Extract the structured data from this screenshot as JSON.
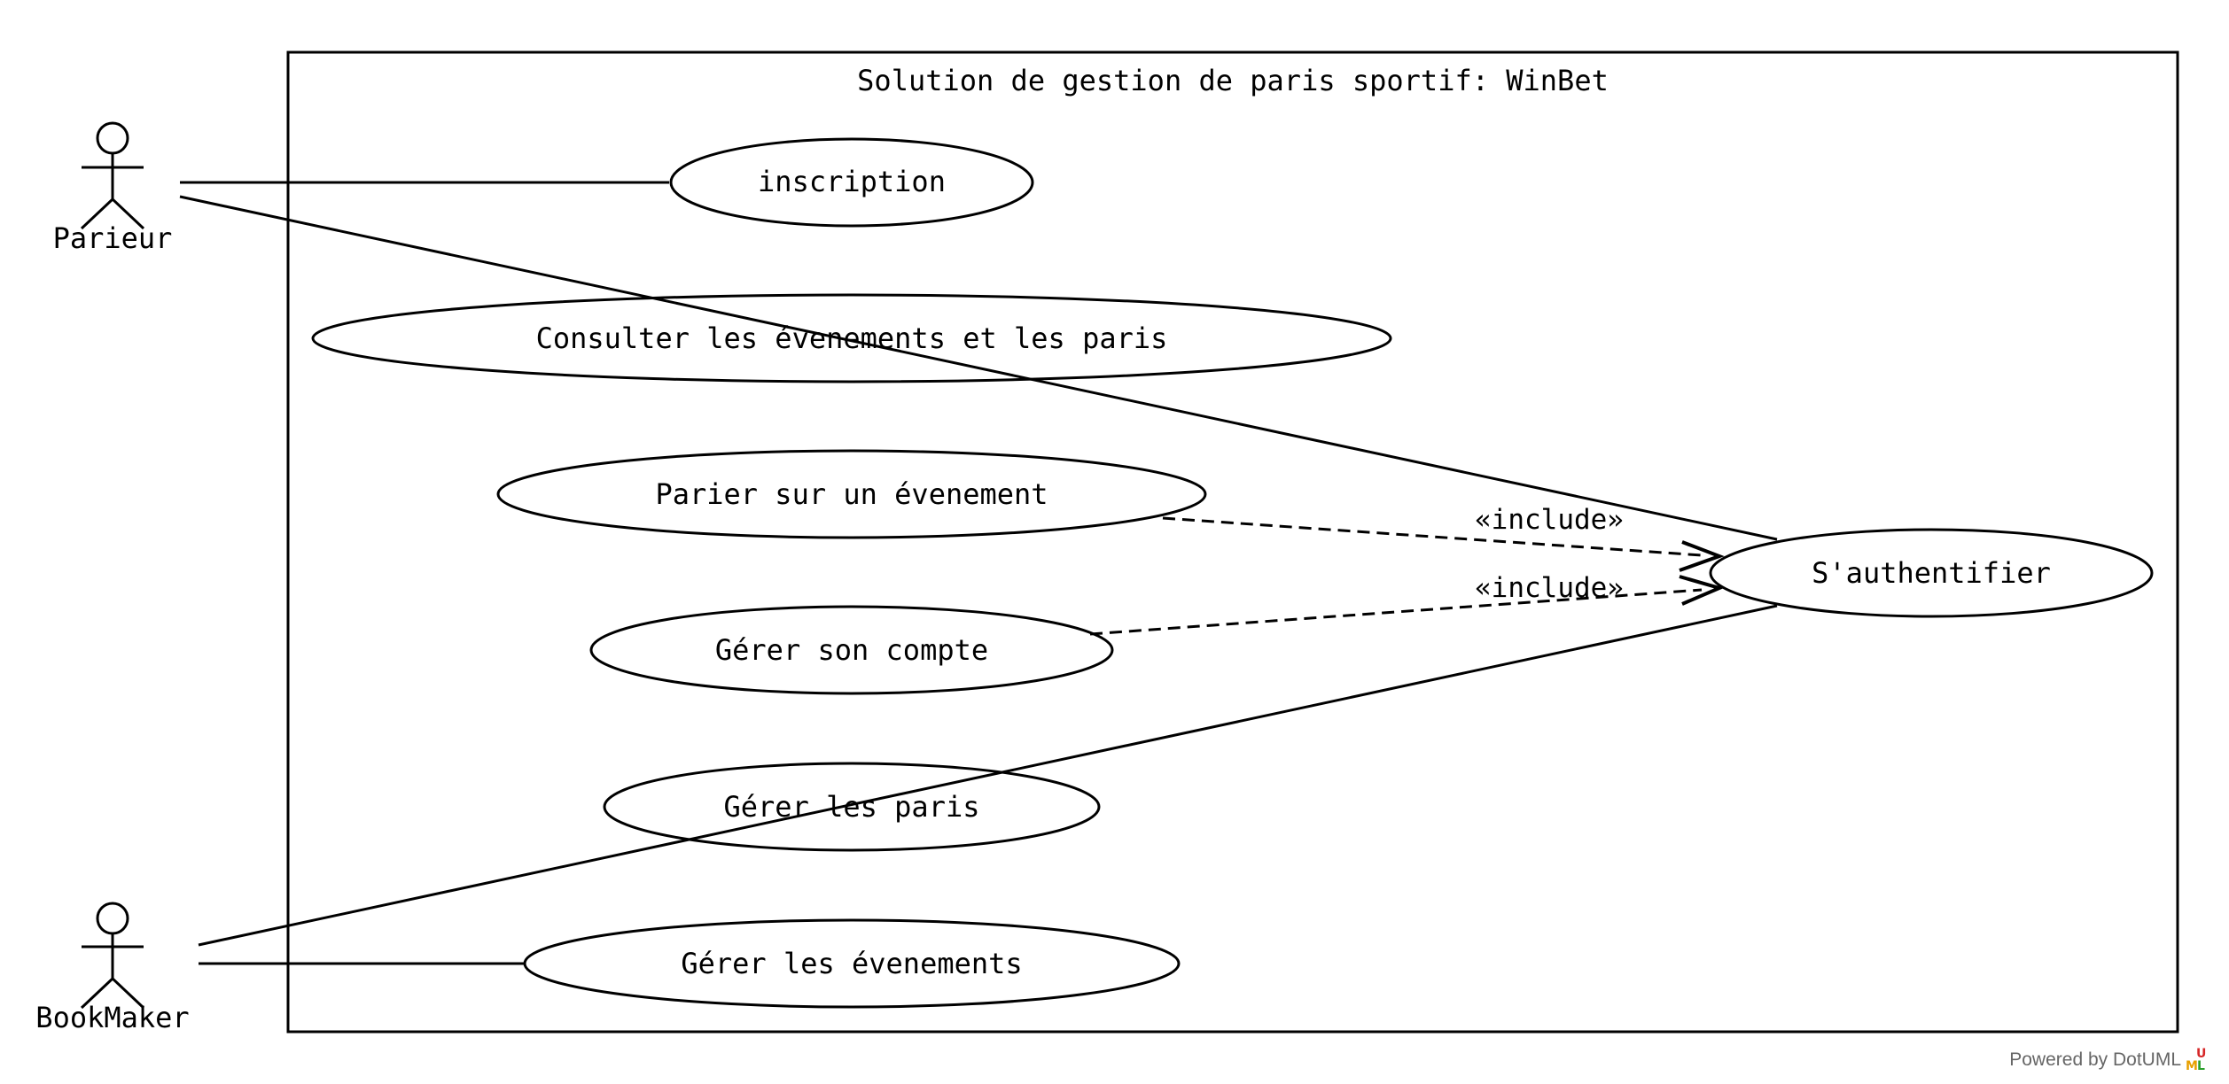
{
  "diagram": {
    "type": "uml-use-case",
    "system_title": "Solution de gestion de paris sportif: WinBet",
    "actors": [
      {
        "id": "parieur",
        "name": "Parieur"
      },
      {
        "id": "bookmaker",
        "name": "BookMaker"
      }
    ],
    "use_cases": [
      {
        "id": "inscription",
        "label": "inscription"
      },
      {
        "id": "consulter",
        "label": "Consulter les évenements et les paris"
      },
      {
        "id": "parier",
        "label": "Parier sur un évenement"
      },
      {
        "id": "gerer-compte",
        "label": "Gérer son compte"
      },
      {
        "id": "gerer-paris",
        "label": "Gérer les paris"
      },
      {
        "id": "gerer-evenements",
        "label": "Gérer les évenements"
      },
      {
        "id": "authentifier",
        "label": "S'authentifier"
      }
    ],
    "associations": [
      {
        "actor": "parieur",
        "use_case": "inscription"
      },
      {
        "actor": "parieur",
        "use_case": "authentifier"
      },
      {
        "actor": "bookmaker",
        "use_case": "authentifier"
      },
      {
        "actor": "bookmaker",
        "use_case": "gerer-evenements"
      }
    ],
    "includes": [
      {
        "from": "parier",
        "to": "authentifier",
        "label": "«include»"
      },
      {
        "from": "gerer-compte",
        "to": "authentifier",
        "label": "«include»"
      }
    ]
  },
  "footer": {
    "powered_by": "Powered by DotUML",
    "logo_letters": [
      "U",
      "M",
      "L"
    ],
    "logo_colors": [
      "#d62728",
      "#e8a000",
      "#2ca02c"
    ]
  }
}
